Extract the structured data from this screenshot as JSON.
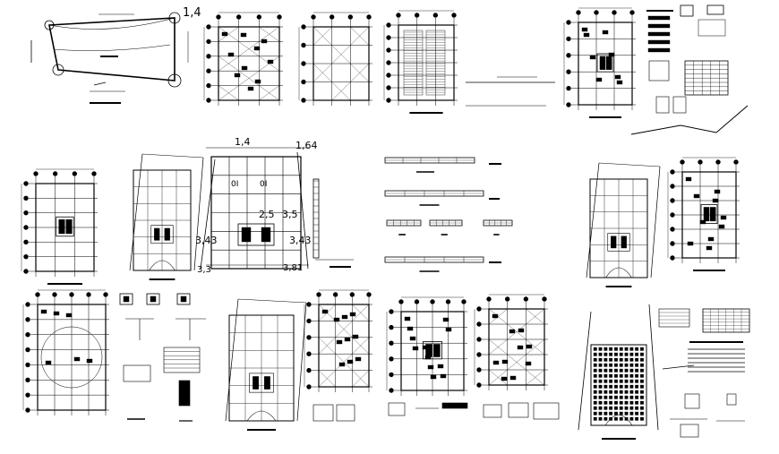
{
  "drawing": {
    "type": "architectural CAD sheet",
    "background": "#ffffff",
    "line_color": "#000000"
  },
  "dimensions": {
    "site_top_right": "1,4",
    "plan_top_left": "1,4",
    "plan_top_right": "1,64",
    "plan_mid_a": "2,5",
    "plan_mid_b": "3,5",
    "plan_left": "3,43",
    "plan_right": "3,43",
    "plan_bottom_left": "3,3",
    "plan_bottom_right": "3,81",
    "plan_room_a": "0I",
    "plan_room_b": "0I"
  }
}
